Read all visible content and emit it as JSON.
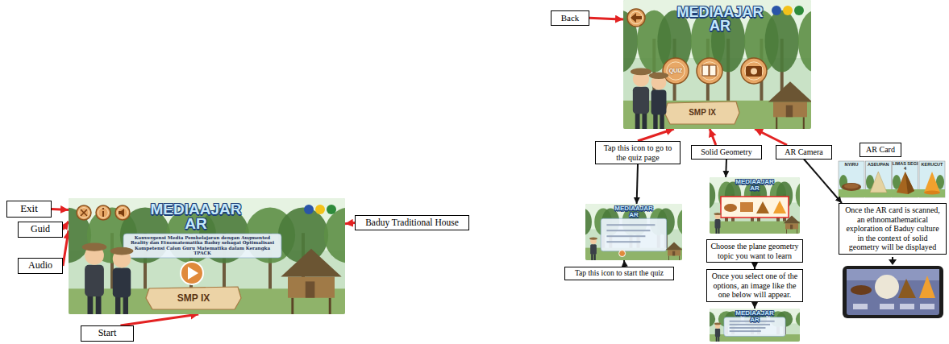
{
  "diagram": {
    "nodes": [
      {
        "text": [
          "Exit"
        ]
      },
      {
        "text": [
          "Guid"
        ]
      },
      {
        "text": [
          "Audio"
        ]
      },
      {
        "text": [
          "MEDIAAJAR AR",
          "Konvergensi Media Pembelajaran dengan Augmented Reality dan Etnomatematika Baduy sebagai Optimalisasi Kompetensi Calon Guru Matematika dalam Kerangka TPACK",
          "SMP IX"
        ]
      },
      {
        "text": [
          "Start"
        ]
      },
      {
        "text": [
          "Baduy Traditional House"
        ]
      },
      {
        "text": [
          "Back"
        ]
      },
      {
        "text": [
          "MEDIAAJAR AR",
          "QUIZ",
          "SMP IX"
        ]
      },
      {
        "text": [
          "Tap this icon to go to the quiz page"
        ]
      },
      {
        "text": [
          "Solid Geometry"
        ]
      },
      {
        "text": [
          "AR Camera"
        ]
      },
      {
        "text": [
          "AR Card"
        ]
      },
      {
        "text": [
          "MEDIAAJAR AR"
        ]
      },
      {
        "text": [
          "Tap this icon to start the quiz"
        ]
      },
      {
        "text": [
          "MEDIAAJAR AR"
        ]
      },
      {
        "text": [
          "Choose the plane geometry topic you want to learn"
        ]
      },
      {
        "text": [
          "Once you select one of the options, an image like the one below will appear."
        ]
      },
      {
        "text": [
          "MEDIAAJAR AR"
        ]
      },
      {
        "text": [
          "Once the AR card is scanned, an ethnomathematical exploration of Baduy culture in the context of solid geometry will be displayed"
        ]
      }
    ],
    "edges": [
      {
        "from": 0,
        "to": 3,
        "arrow": "to"
      },
      {
        "from": 1,
        "to": 3,
        "arrow": "to"
      },
      {
        "from": 2,
        "to": 3,
        "arrow": "to"
      },
      {
        "from": 4,
        "to": 3,
        "arrow": "to"
      },
      {
        "from": 5,
        "to": 3,
        "arrow": "to"
      },
      {
        "from": 6,
        "to": 7,
        "arrow": "to"
      },
      {
        "from": 8,
        "to": 7,
        "arrow": "to"
      },
      {
        "from": 9,
        "to": 7,
        "arrow": "to"
      },
      {
        "from": 10,
        "to": 7,
        "arrow": "to"
      },
      {
        "from": 8,
        "to": 12,
        "arrow": "to"
      },
      {
        "from": 13,
        "to": 12,
        "arrow": "to"
      },
      {
        "from": 9,
        "to": 14,
        "arrow": "to"
      },
      {
        "from": 15,
        "to": 16,
        "arrow": "to"
      },
      {
        "from": 16,
        "to": 17,
        "arrow": "to"
      },
      {
        "from": 10,
        "to": 18,
        "arrow": "to"
      }
    ],
    "labels": [
      "NYIRU",
      "ASEUPAN",
      "LIMAS SEGI 4",
      "KERUCUT"
    ]
  }
}
